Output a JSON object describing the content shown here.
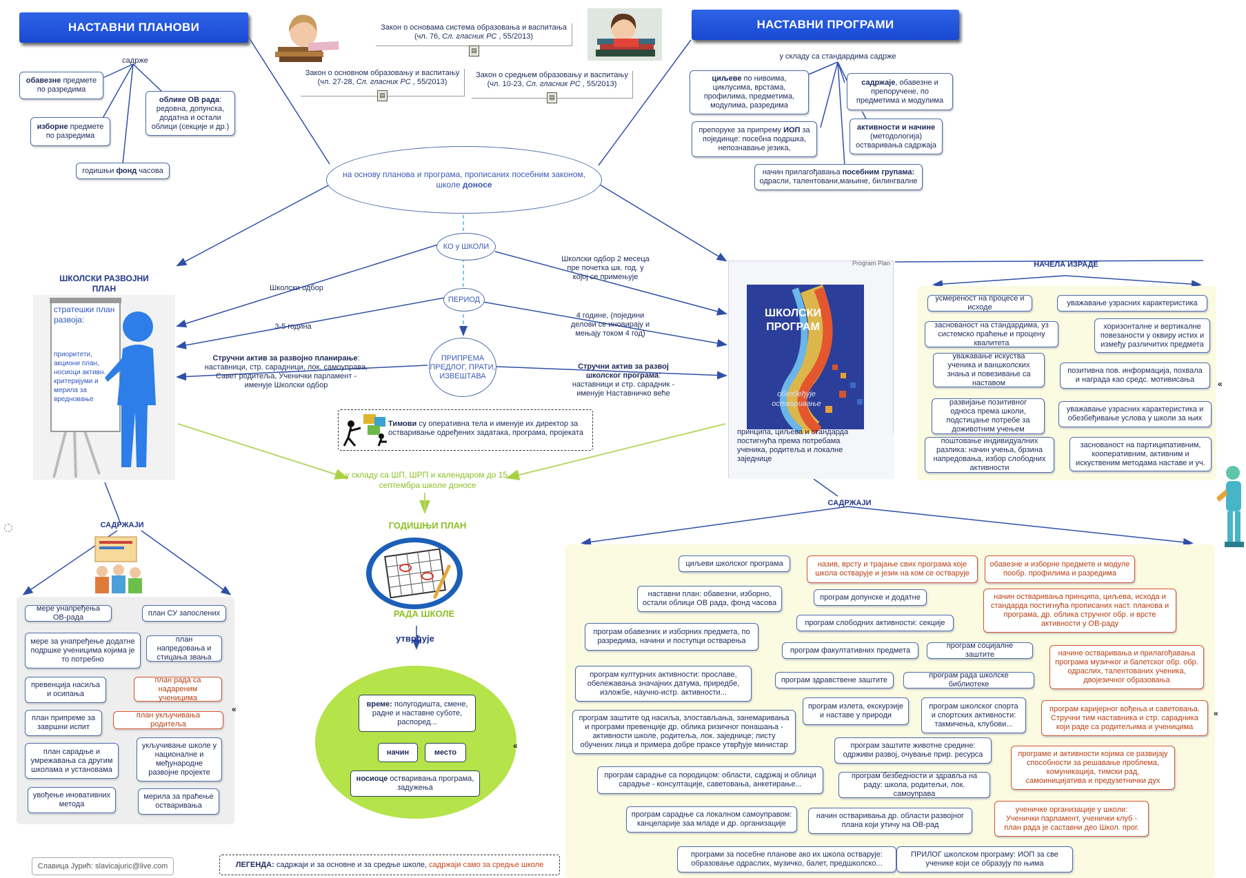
{
  "plans": {
    "title": "НАСТАВНИ ПЛАНОВИ",
    "contains": "садрже",
    "mandatory_b": "обавезне",
    "mandatory_rest": " предмете по разредима",
    "elective_b": "изборне",
    "elective_rest": " предмете по разредима",
    "forms_b": "облике ОВ рада",
    "forms_rest": ": редовна, допунска, додатна и остали облици (секције и др.)",
    "fund_pre": "годишњи ",
    "fund_b": "фонд",
    "fund_post": " часова"
  },
  "laws": {
    "law1_line1": "Закон о основама система образовања и васпитања",
    "law1_line2a": "(чл. 76, ",
    "law1_line2i": "Сл. гласник РС",
    "law1_line2b": " , 55/2013)",
    "law2_line1": "Закон о основном образовању и васпитању",
    "law2_line2a": "(чл. 27-28, ",
    "law2_line2i": "Сл. гласник РС",
    "law2_line2b": " , 55/2013)",
    "law3_line1": "Закон о средњем образовању и васпитању",
    "law3_line2a": "(чл. 10-23, ",
    "law3_line2i": "Сл. гласник РС",
    "law3_line2b": " , 55/2013)"
  },
  "programs": {
    "title": "НАСТАВНИ ПРОГРАМИ",
    "according": "у складу са стандардима садрже",
    "goals_b": "циљеве",
    "goals_rest": " по нивоима, циклусима, врстама, профилима, предметима, модулима, разредима",
    "content_b": "садржаје",
    "content_rest": ", обавезне и препоручене, по предметима и модулима",
    "iop_pre": "препоруке за припрему ",
    "iop_b": "ИОП",
    "iop_rest": " за појединце: посебна подршка, непознавање језика,",
    "activities_b": "активности и начине",
    "activities_rest": " (методологија) остваривања садржаја",
    "groups_pre": "начин прилагођавања ",
    "groups_b": "посебним групама:",
    "groups_rest": " одрасли, талентовани,мањине, билингвалне"
  },
  "center": {
    "ellipse_text": "на основу планова и програма, прописаних посебним законом, школе",
    "ellipse_bold": "доносе",
    "who": "КО у ШКОЛИ",
    "period": "ПЕРИОД",
    "prep": "ПРИПРЕМА ПРЕДЛОГ, ПРАТИ, ИЗВЕШТАВА",
    "left_board": "Школски одбор",
    "left_years": "3-5 година",
    "left_activ_b": "Стручни актив за развојно планирање",
    "left_activ_rest": ": наставници, стр. сарадници, лок. самоуправа, Савет родитеља, Ученички парламент - именује Школски одбор",
    "right_board": "Школски одбор 2 месеца пре почетка шк. год. у којој се примењује",
    "right_years": "4 године, (поједини делови се иновирају и мењају током 4 год)",
    "right_activ_b": "Стручни актив за развој школског програма",
    "right_activ_rest": ": наставници и стр. сарадник - именује Наставничко веће",
    "teams_b": "Тимови",
    "teams_rest": " су оперативна тела и именује их директор за остваривање одређених задатака, програма, пројеката",
    "according_green": "у складу са ШП, ШРП и календаром до 15. септембра школе доносе"
  },
  "dev_plan": {
    "title": "ШКОЛСКИ РАЗВОЈНИ ПЛАН",
    "flip_title": "стратешки план развоја:",
    "flip_body": "приоритети, акциони план, носиоци активн. критеријуми и мерила за вредновање",
    "contents": "САДРЖАЈИ",
    "items": [
      "мере унапређења ОВ-рада",
      "план СУ запослених",
      "мере за унапређење додатне подршке ученицима којима је то потребно",
      "план напредовања и стицања звања",
      "превенција насиља и осипања",
      "план рада са надареним ученицима",
      "план припреме за завршни испит",
      "план укључивања родитеља",
      "план сарадње и умрежавања са другим школама и установама",
      "укључивање школе у националне и међународне развојне пројекте",
      "увођење иновативних метода",
      "мерила за праћење остваривања"
    ]
  },
  "annual": {
    "title": "ГОДИШЊИ ПЛАН",
    "subtitle": "РАДА ШКОЛЕ",
    "verb": "утврђује",
    "time_b": "време:",
    "time_rest": " полугодишта, смене, радне и наставне суботе, распоред...",
    "how": "начин",
    "place": "место",
    "carriers_b": "носиоце",
    "carriers_rest": " остваривања програма, задужења"
  },
  "school_program": {
    "cover_header": "Program Plan",
    "cover_title": "ШКОЛСКИ ПРОГРАМ",
    "cover_sub": "обезбеђује остваривање",
    "cover_caption": "принципа, циљева и стандарда постигнућа према потребама ученика, родитеља и локалне заједнице",
    "principles_title": "НАЧЕЛА ИЗРАДЕ",
    "principles": [
      "усмереност на процесе и исходе",
      "уважавање узрасних карактеристика",
      "заснованост на стандардима, уз системско праћење и процену квалитета",
      "хоризонталне и вертикалне повезаности у оквиру истих и између различитих предмета",
      "уважавање искуства ученика и ваншколских знања и повезивање са наставом",
      "позитивна пов. информација, похвала и награда као средс. мотивисања",
      "развијање позитивног односа према школи, подстицање потребе за доживотним учењем",
      "уважавање узрасних карактеристика и обезбеђивање услова у школи за њих",
      "поштовање индивидуалних разлика: начин учења, брзина напредовања, избор слободних активности",
      "заснованост на партиципативним, кооперативним, активним и искуственим методама наставе и уч."
    ],
    "contents_title": "САДРЖАЈИ",
    "blue_items": [
      "циљеви школског програма",
      "наставни план: обавезни, изборно, остали облици ОВ рада, фонд часова",
      "програм допунске и додатне",
      "програм слободних активности: секције",
      "програм обавезних и изборних предмета, по разредима, начини и поступци остварења",
      "програм факултативних предмета",
      "програм социјалне заштите",
      "програм културних активности: прославе, обележавања значајних датума, приредбе, изложбе, научно-истр. активности...",
      "програм здравствене заштите",
      "програм рада школске библиотеке",
      "програм заштите од насиља, злостављања, занемаривања и програми превенције др. облика ризичног понашања - активности школе, родитеља, лок. заједнице; листу обучених лица и примера добре праксе утврђује министар",
      "програм излета, екскурзије и наставе у природи",
      "програм школског спорта и спортских активности: такмичења, клубови...",
      "програм заштите животне средине: одрживи развој, очување прир. ресурса",
      "програм сарадње са породицом: области, садржај и облици сарадње - консултације, саветовања, анкетирање...",
      "програм безбедности и здравља на раду: школа, родитељи, лок. самоуправа",
      "програм сарадње са локалном самоуправом: канцеларије заа младе и др. организације",
      "начин остваривања др. области развојног плана који утичу на ОВ-рад",
      "програми за посебне планове ако их школа остварује: образовање одраслих, музичко, балет, предшколско...",
      "ПРИЛОГ школском програму: ИОП за све ученике који се образују по њима"
    ],
    "orange_items": [
      "назив, врсту и трајање свих програма које школа остварује и језик на ком се остварује",
      "обавезне и изборне предмете и модуле пообр. профилима и разредима",
      "начин остваривања принципа, циљева, исхода и стандарда постигнућа прописаних наст. планова и програма, др. облика стручног обр. и врсте активности у ОВ-раду",
      "начине остваривања и прилагођавања програма музичког и балетског обр. обр. одраслих, талентованих ученика, двојезичног образовања",
      "програм каријерног вођења и саветовања. Стручни тим наставника и стр. сарадника који раде са родитељима и ученицима",
      "програме и активности којима се развијају способности за решавање проблема, комуникација, тимски рад, самоиницијатива и предузетнички дух",
      "ученичке организације у школи: Ученички парламент, ученички клуб - план рада је саставни део Школ. прог."
    ]
  },
  "footer": {
    "author": "Славица Јурић: slavicajuric@live.com",
    "legend_b": "ЛЕГЕНДА:",
    "legend_blue": " садржаји и за основне и за средње школе,",
    "legend_orange": " садржаји само за средње школе"
  },
  "collapse_glyph": "«",
  "colors": {
    "header_blue": "#1f52d8",
    "text_navy": "#1e2a5a",
    "accent_green": "#8dbf27",
    "orange": "#d2542e",
    "panel_yellow": "#fbfbe2",
    "panel_gray": "#eeeeee",
    "lime": "#b4e24a"
  }
}
